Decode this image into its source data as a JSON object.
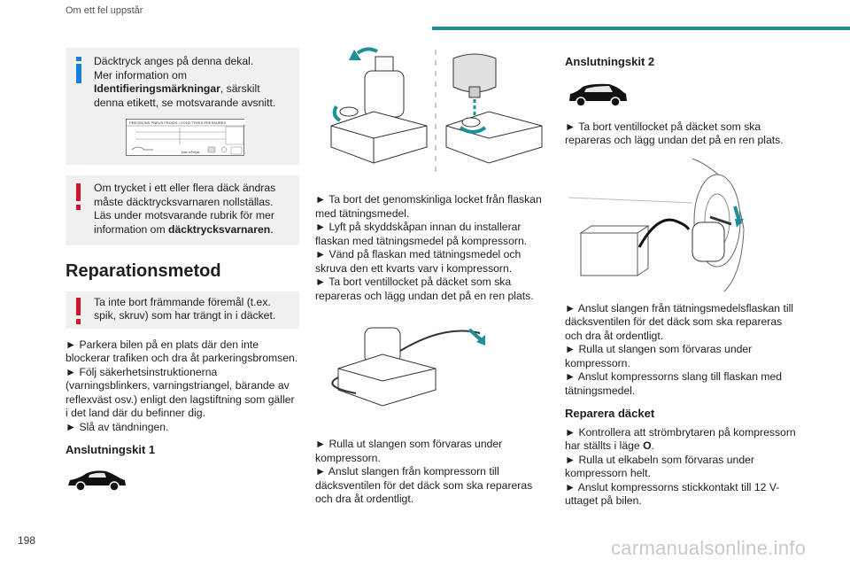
{
  "header": {
    "title": "Om ett fel uppstår"
  },
  "page_number": "198",
  "watermark": "carmanualsonline.info",
  "col1": {
    "info_note": {
      "line1": "Däcktryck anges på denna dekal.",
      "line2": "Mer information om",
      "bold": "Identifieringsmärkningar",
      "rest": ", särskilt denna etikett, se motsvarande avsnitt."
    },
    "sticker": {
      "header": "PRESSIONS PNEUS FROIDS / COLD TYRES PRESSURES",
      "unit": "bars    mPa/psi"
    },
    "warn_note": {
      "text": "Om trycket i ett eller flera däck ändras måste däcktrycksvarnaren nollställas. Läs under motsvarande rubrik för mer information om ",
      "bold": "däcktrycksvarnaren",
      "end": "."
    },
    "section_title": "Reparationsmetod",
    "warn2": "Ta inte bort främmande föremål (t.ex. spik, skruv) som har trängt in i däcket.",
    "steps": [
      "► Parkera bilen på en plats där den inte blockerar trafiken och dra åt parkeringsbromsen.",
      "► Följ säkerhetsinstruktionerna (varningsblinkers, varningstriangel, bärande av reflexväst osv.) enligt den lagstiftning som gäller i det land där du befinner dig.",
      "► Slå av tändningen."
    ],
    "kit1_heading": "Anslutningskit 1"
  },
  "col2": {
    "steps_a": [
      "► Ta bort det genomskinliga locket från flaskan med tätningsmedel.",
      "► Lyft på skyddskåpan innan du installerar flaskan med tätningsmedel på kompressorn.",
      "► Vänd på flaskan med tätningsmedel och skruva den ett kvarts varv i kompressorn.",
      "► Ta bort ventillocket på däcket som ska repareras och lägg undan det på en ren plats."
    ],
    "steps_b": [
      "► Rulla ut slangen som förvaras under kompressorn.",
      "► Anslut slangen från kompressorn till däcksventilen för det däck som ska repareras och dra åt ordentligt."
    ]
  },
  "col3": {
    "kit2_heading": "Anslutningskit 2",
    "step_a": "► Ta bort ventillocket på däcket som ska repareras och lägg undan det på en ren plats.",
    "steps_b": [
      "► Anslut slangen från tätningsmedelsflaskan till däcksventilen för det däck som ska repareras och dra åt ordentligt.",
      "► Rulla ut slangen som förvaras under kompressorn.",
      "► Anslut kompressorns slang till flaskan med tätningsmedel."
    ],
    "repair_heading": "Reparera däcket",
    "steps_c": [
      {
        "pre": "► Kontrollera att strömbrytaren på kompressorn har ställts i läge ",
        "bold": "O",
        "post": "."
      },
      {
        "pre": "► Rulla ut elkabeln som förvaras under kompressorn helt.",
        "bold": "",
        "post": ""
      },
      {
        "pre": "► Anslut kompressorns stickkontakt till 12 V-uttaget på bilen.",
        "bold": "",
        "post": ""
      }
    ]
  },
  "colors": {
    "accent": "#1d8f97",
    "info": "#1a7fd6",
    "warning": "#d4122a",
    "note_bg": "#f0f0f0"
  }
}
